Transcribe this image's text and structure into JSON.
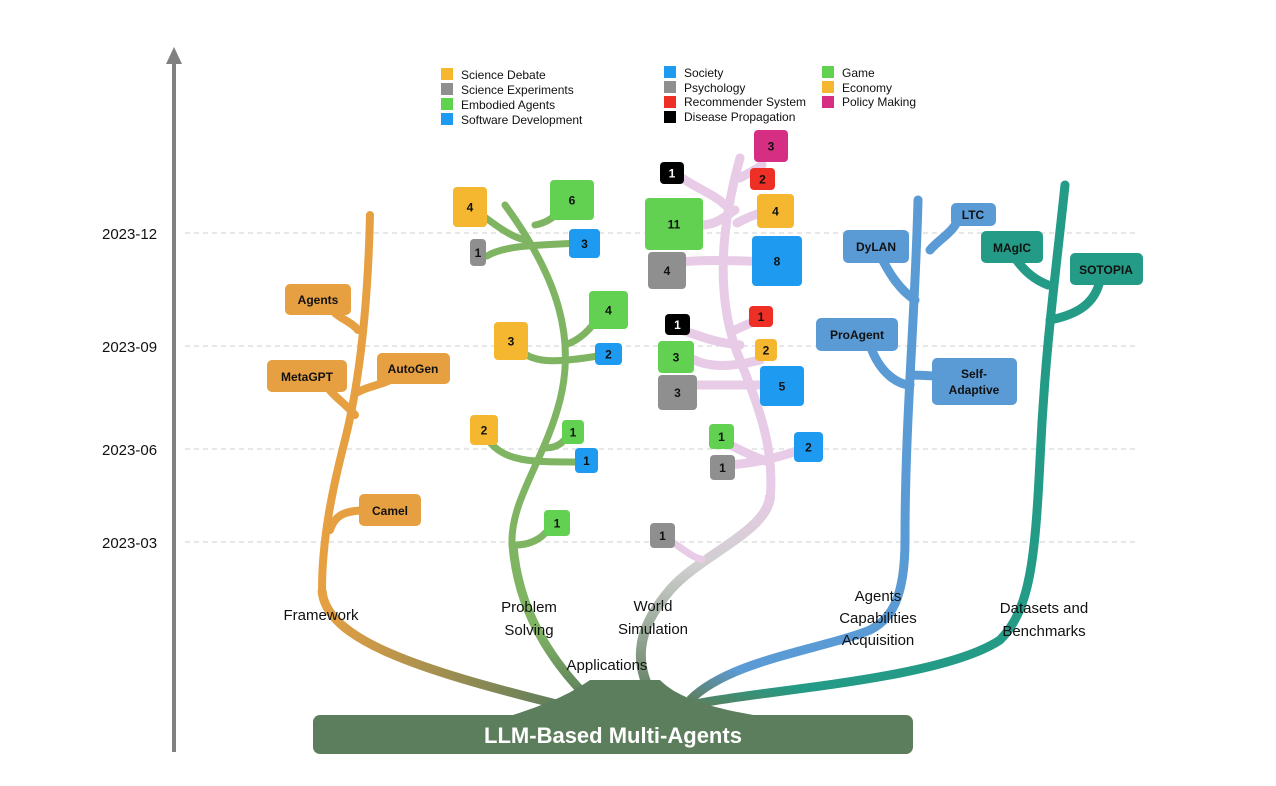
{
  "colors": {
    "framework": "#E6A042",
    "problem_solving": "#7FB462",
    "world_simulation": "#E8CBE6",
    "capabilities": "#5B9BD5",
    "datasets": "#239B86",
    "root": "#5D7E5D",
    "science_debate": "#F5B730",
    "science_experiments": "#8F8F8F",
    "embodied_agents": "#62D152",
    "software_development": "#1E9BF0",
    "society": "#1E9BF0",
    "psychology": "#8F8F8F",
    "recommender_system": "#EE2F26",
    "disease_propagation": "#000000",
    "game": "#62D152",
    "economy": "#F5B730",
    "policy_making": "#D52E82"
  },
  "root_label": "LLM-Based Multi-Agents",
  "axis": {
    "ticks": [
      "2023-12",
      "2023-09",
      "2023-06",
      "2023-03"
    ]
  },
  "branches": {
    "framework": "Framework",
    "problem_solving": [
      "Problem",
      "Solving"
    ],
    "world_simulation": [
      "World",
      "Simulation"
    ],
    "applications": "Applications",
    "capabilities": [
      "Agents",
      "Capabilities",
      "Acquisition"
    ],
    "datasets": [
      "Datasets and",
      "Benchmarks"
    ]
  },
  "legend": {
    "col1": [
      {
        "label": "Science Debate",
        "color": "science_debate"
      },
      {
        "label": "Science Experiments",
        "color": "science_experiments"
      },
      {
        "label": "Embodied Agents",
        "color": "embodied_agents"
      },
      {
        "label": "Software Development",
        "color": "software_development"
      }
    ],
    "col2": [
      {
        "label": "Society",
        "color": "society"
      },
      {
        "label": "Psychology",
        "color": "psychology"
      },
      {
        "label": "Recommender System",
        "color": "recommender_system"
      },
      {
        "label": "Disease Propagation",
        "color": "disease_propagation"
      }
    ],
    "col3": [
      {
        "label": "Game",
        "color": "game"
      },
      {
        "label": "Economy",
        "color": "economy"
      },
      {
        "label": "Policy Making",
        "color": "policy_making"
      }
    ]
  },
  "framework_nodes": [
    "Agents",
    "MetaGPT",
    "AutoGen",
    "Camel"
  ],
  "capability_nodes": [
    "DyLAN",
    "LTC",
    "ProAgent",
    [
      "Self-",
      "Adaptive"
    ]
  ],
  "dataset_nodes": [
    "MAgIC",
    "SOTOPIA"
  ],
  "problem_solving_counts": [
    {
      "value": "4",
      "category": "science_debate"
    },
    {
      "value": "6",
      "category": "embodied_agents"
    },
    {
      "value": "1",
      "category": "science_experiments"
    },
    {
      "value": "3",
      "category": "software_development"
    },
    {
      "value": "4",
      "category": "embodied_agents"
    },
    {
      "value": "3",
      "category": "science_debate"
    },
    {
      "value": "2",
      "category": "software_development"
    },
    {
      "value": "2",
      "category": "science_debate"
    },
    {
      "value": "1",
      "category": "embodied_agents"
    },
    {
      "value": "1",
      "category": "software_development"
    },
    {
      "value": "1",
      "category": "embodied_agents"
    }
  ],
  "world_simulation_counts": [
    {
      "value": "3",
      "category": "policy_making"
    },
    {
      "value": "1",
      "category": "disease_propagation"
    },
    {
      "value": "2",
      "category": "recommender_system"
    },
    {
      "value": "11",
      "category": "game"
    },
    {
      "value": "4",
      "category": "economy"
    },
    {
      "value": "4",
      "category": "psychology"
    },
    {
      "value": "8",
      "category": "society"
    },
    {
      "value": "1",
      "category": "disease_propagation"
    },
    {
      "value": "1",
      "category": "recommender_system"
    },
    {
      "value": "2",
      "category": "economy"
    },
    {
      "value": "3",
      "category": "game"
    },
    {
      "value": "3",
      "category": "psychology"
    },
    {
      "value": "5",
      "category": "society"
    },
    {
      "value": "1",
      "category": "game"
    },
    {
      "value": "1",
      "category": "psychology"
    },
    {
      "value": "2",
      "category": "society"
    },
    {
      "value": "1",
      "category": "psychology"
    }
  ]
}
